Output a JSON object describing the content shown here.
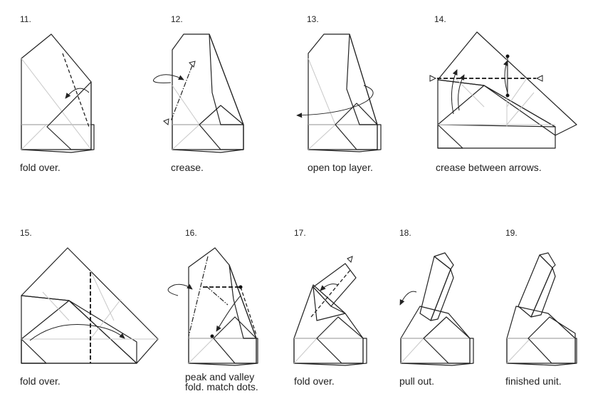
{
  "steps": [
    {
      "number": "11.",
      "caption": "fold over."
    },
    {
      "number": "12.",
      "caption": "crease."
    },
    {
      "number": "13.",
      "caption": "open top layer."
    },
    {
      "number": "14.",
      "caption": "crease between arrows."
    },
    {
      "number": "15.",
      "caption": "fold over."
    },
    {
      "number": "16.",
      "caption": "peak and valley\nfold. match dots."
    },
    {
      "number": "17.",
      "caption": "fold over."
    },
    {
      "number": "18.",
      "caption": "pull out."
    },
    {
      "number": "19.",
      "caption": "finished unit."
    }
  ],
  "colors": {
    "shade": "#d3d3d3",
    "line": "#222222",
    "crease": "#c8c8c8"
  }
}
